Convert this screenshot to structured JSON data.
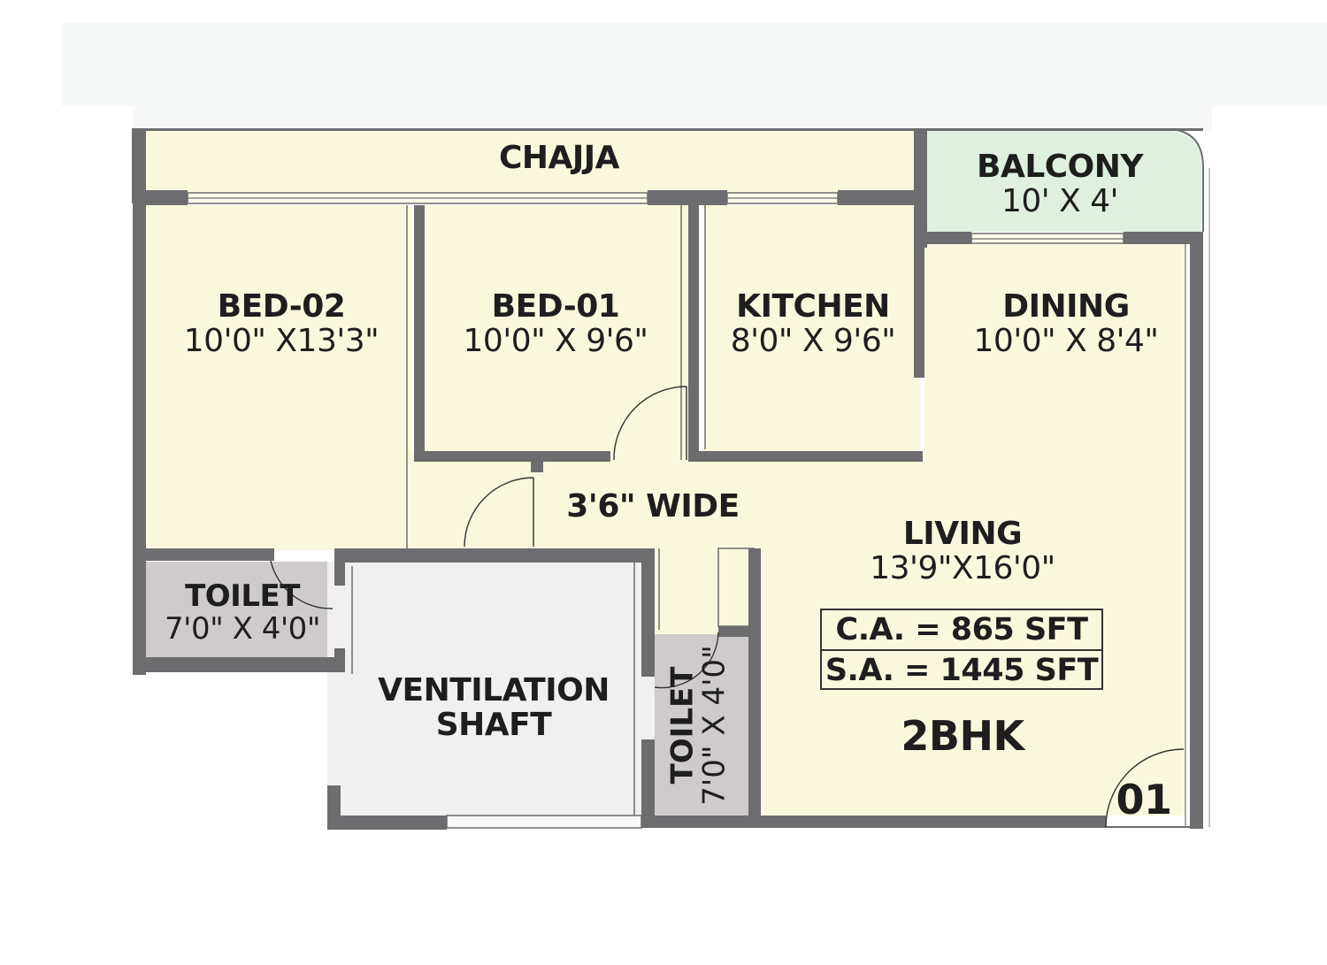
{
  "plan": {
    "type": "2BHK",
    "unit_number": "01",
    "carpet_area": "C.A. = 865 SFT",
    "saleable_area": "S.A. = 1445 SFT",
    "corridor_label": "3'6\" WIDE",
    "colors": {
      "wall": "#6d6d70",
      "room_fill": "#faf8dc",
      "balcony_fill": "#dff0e0",
      "toilet_fill": "#cfcbcc",
      "shaft_fill": "#f0f0f0",
      "text": "#1e1e1e"
    }
  },
  "rooms": {
    "chajja": {
      "name": "CHAJJA"
    },
    "balcony": {
      "name": "BALCONY",
      "size": "10' X 4'"
    },
    "bed02": {
      "name": "BED-02",
      "size": "10'0\" X13'3\""
    },
    "bed01": {
      "name": "BED-01",
      "size": "10'0\" X 9'6\""
    },
    "kitchen": {
      "name": "KITCHEN",
      "size": "8'0\" X 9'6\""
    },
    "dining": {
      "name": "DINING",
      "size": "10'0\"  X  8'4\""
    },
    "living": {
      "name": "LIVING",
      "size": "13'9\"X16'0\""
    },
    "toilet1": {
      "name": "TOILET",
      "size": "7'0\" X 4'0\""
    },
    "toilet2": {
      "name": "TOILET",
      "size": "7'0\" X 4'0\""
    },
    "shaft": {
      "name": "VENTILATION",
      "name2": "SHAFT"
    }
  }
}
